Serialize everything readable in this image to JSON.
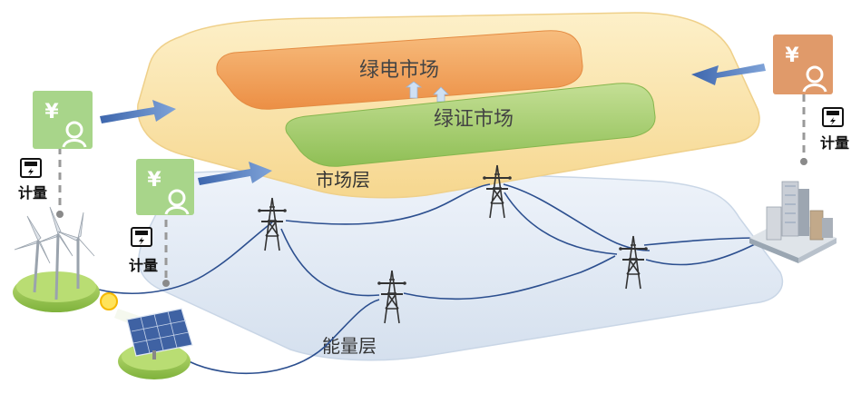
{
  "layers": {
    "market_label": "市场层",
    "energy_label": "能量层"
  },
  "markets": {
    "green_power": "绿电市场",
    "green_cert": "绿证市场"
  },
  "meter_label": "计量",
  "price_symbol": "¥",
  "colors": {
    "market_plate": "#fbe3a8",
    "energy_plate": "#dfe8f3",
    "green_power_box": "#f4a861",
    "green_cert_box": "#a9cf72",
    "seller_badge": "#a8d58a",
    "buyer_badge": "#e09a6a",
    "arrow_blue": "#4f77b8",
    "line_blue": "#2c4f8f"
  },
  "icons": [
    "wind-turbine-icon",
    "solar-panel-icon",
    "transmission-tower-icon",
    "city-buildings-icon",
    "meter-icon",
    "yuan-user-icon",
    "arrow-icon"
  ]
}
